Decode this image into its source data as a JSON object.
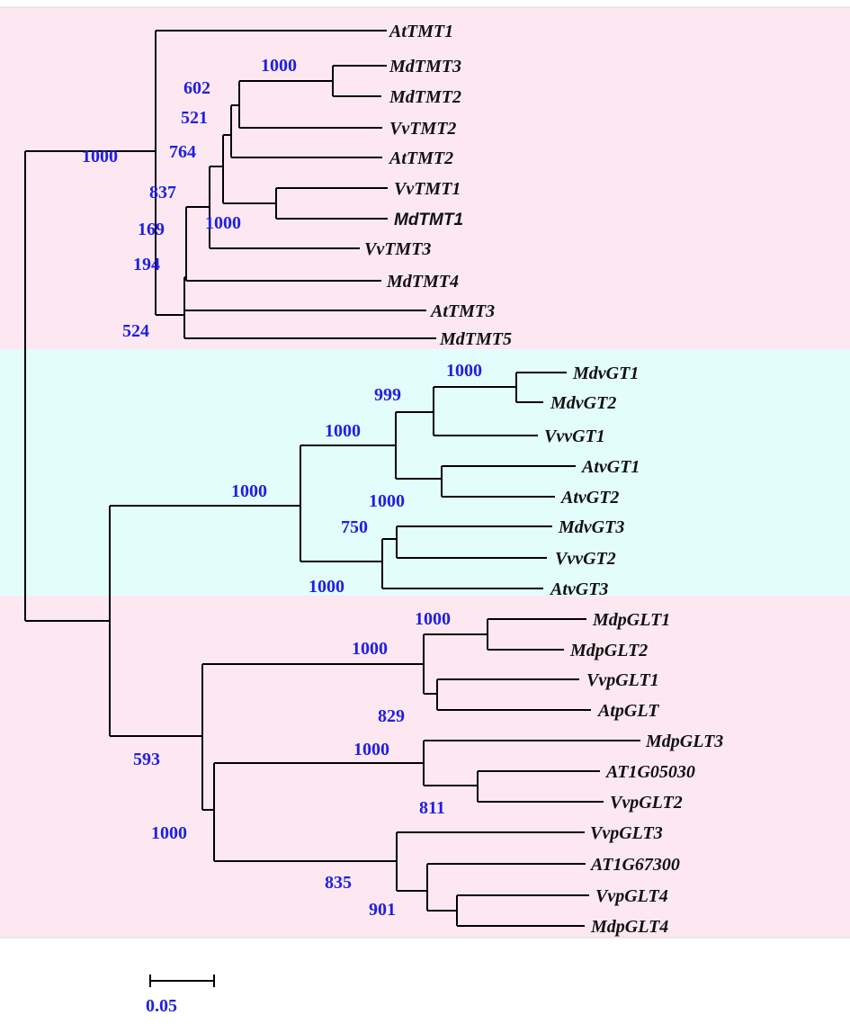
{
  "colors": {
    "clade_pink": "#fde8f2",
    "clade_cyan": "#e3fdfc",
    "bootstrap": "#1f1fe0",
    "branch": "#000000"
  },
  "leaves": [
    "AtTMT1",
    "MdTMT3",
    "MdTMT2",
    "VvTMT2",
    "AtTMT2",
    "VvTMT1",
    "MdTMT1",
    "VvTMT3",
    "MdTMT4",
    "AtTMT3",
    "MdTMT5",
    "MdvGT1",
    "MdvGT2",
    "VvvGT1",
    "AtvGT1",
    "AtvGT2",
    "MdvGT3",
    "VvvGT2",
    "AtvGT3",
    "MdpGLT1",
    "MdpGLT2",
    "VvpGLT1",
    "AtpGLT",
    "MdpGLT3",
    "AT1G05030",
    "VvpGLT2",
    "VvpGLT3",
    "AT1G67300",
    "VvpGLT4",
    "MdpGLT4"
  ],
  "bootstrap_values": [
    "1000",
    "602",
    "521",
    "764",
    "1000",
    "837",
    "169",
    "194",
    "524",
    "1000",
    "999",
    "1000",
    "1000",
    "1000",
    "750",
    "1000",
    "1000",
    "1000",
    "829",
    "1000",
    "1000",
    "811",
    "593",
    "1000",
    "835",
    "901"
  ],
  "scale_bar": {
    "label": "0.05"
  }
}
